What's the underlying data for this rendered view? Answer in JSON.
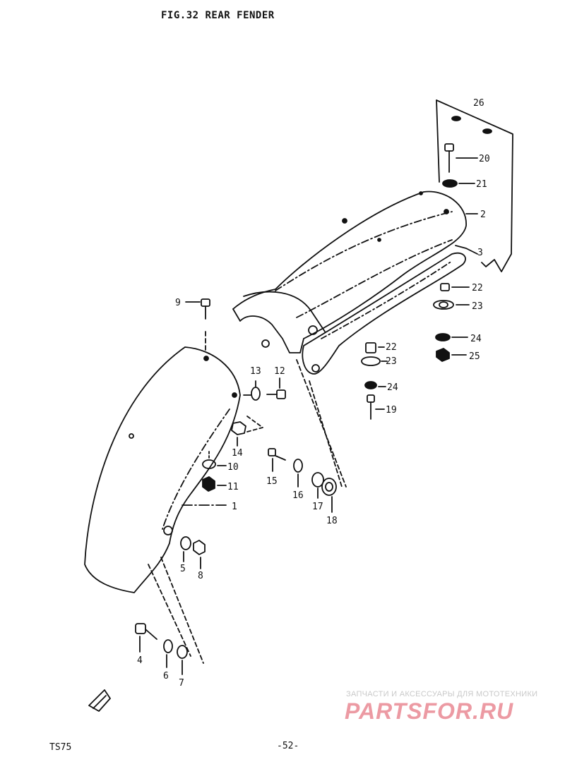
{
  "title": "FIG.32  REAR FENDER",
  "model": "TS75",
  "page_number": "-52-",
  "watermark": {
    "subtitle": "ЗАПЧАСТИ И АКСЕССУАРЫ ДЛЯ МОТОТЕХНИКИ",
    "logo": "PARTSFOR.RU"
  },
  "callouts": {
    "c1": "1",
    "c2": "2",
    "c3": "3",
    "c4": "4",
    "c5": "5",
    "c6": "6",
    "c7": "7",
    "c8": "8",
    "c9": "9",
    "c10": "10",
    "c11": "11",
    "c12": "12",
    "c13": "13",
    "c14": "14",
    "c15": "15",
    "c16": "16",
    "c17": "17",
    "c18": "18",
    "c19": "19",
    "c20": "20",
    "c21": "21",
    "c22a": "22",
    "c23a": "23",
    "c22b": "22",
    "c23b": "23",
    "c24a": "24",
    "c25": "25",
    "c24b": "24",
    "c26": "26"
  }
}
